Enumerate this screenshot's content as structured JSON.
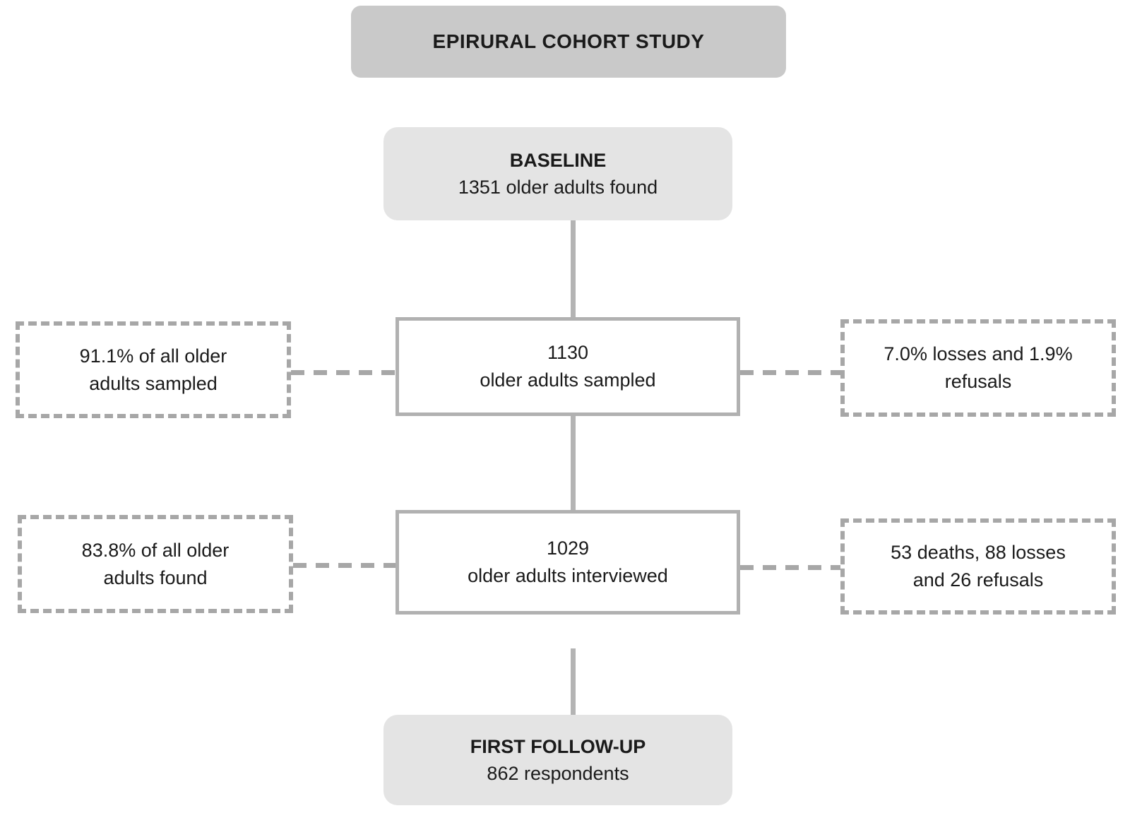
{
  "colors": {
    "title_box_bg": "#c9c9c9",
    "stage_box_bg": "#e4e4e4",
    "solid_border": "#b1b1b1",
    "dashed_border": "#a7a7a7",
    "connector": "#b4b4b4",
    "text": "#1a1a1a"
  },
  "title": "EPIRURAL COHORT STUDY",
  "baseline": {
    "heading": "BASELINE",
    "detail": "1351 older adults found"
  },
  "sampled": {
    "value": "1130",
    "label": "older adults sampled",
    "left_note": {
      "line1": "91.1% of all older",
      "line2": "adults sampled"
    },
    "right_note": {
      "line1": "7.0% losses and 1.9%",
      "line2": "refusals"
    }
  },
  "interviewed": {
    "value": "1029",
    "label": "older adults interviewed",
    "left_note": {
      "line1": "83.8% of all older",
      "line2": "adults found"
    },
    "right_note": {
      "line1": "53 deaths, 88 losses",
      "line2": "and 26 refusals"
    }
  },
  "followup": {
    "heading": "FIRST FOLLOW-UP",
    "detail": "862 respondents"
  }
}
